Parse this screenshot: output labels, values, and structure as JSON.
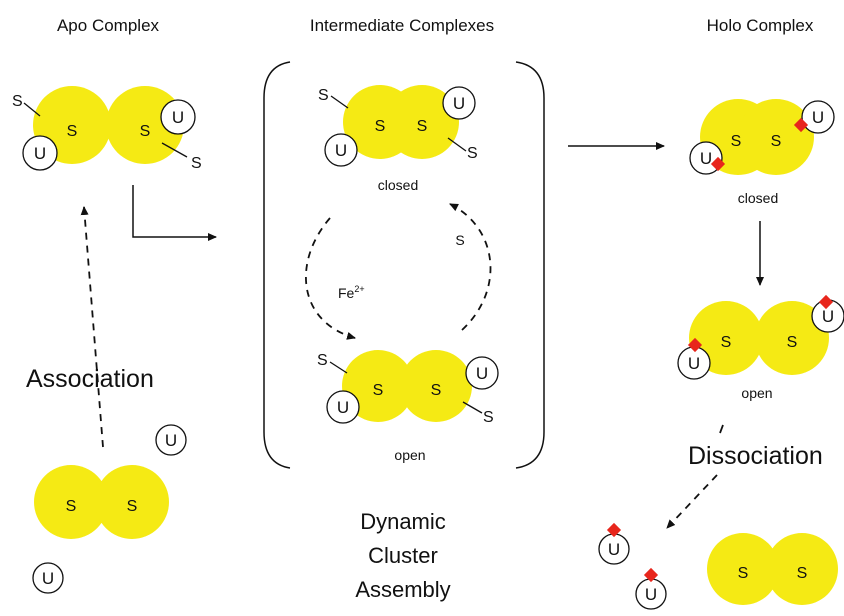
{
  "headers": {
    "apo": "Apo Complex",
    "intermediate": "Intermediate Complexes",
    "holo": "Holo Complex"
  },
  "process_labels": {
    "association": "Association",
    "dissociation": "Dissociation",
    "dynamic": [
      "Dynamic",
      "Cluster",
      "Assembly"
    ]
  },
  "state_labels": {
    "closed": "closed",
    "open": "open"
  },
  "cycle_labels": {
    "iron": "Fe",
    "iron_charge": "2+",
    "sulfur": "S"
  },
  "subunit_labels": {
    "scaffold": "S",
    "partner": "U",
    "tail": "S"
  },
  "colors": {
    "scaffold_fill": "#f5ea14",
    "scaffold_edge": "#e8d800",
    "cluster": "#e8261c",
    "line": "#111111"
  }
}
